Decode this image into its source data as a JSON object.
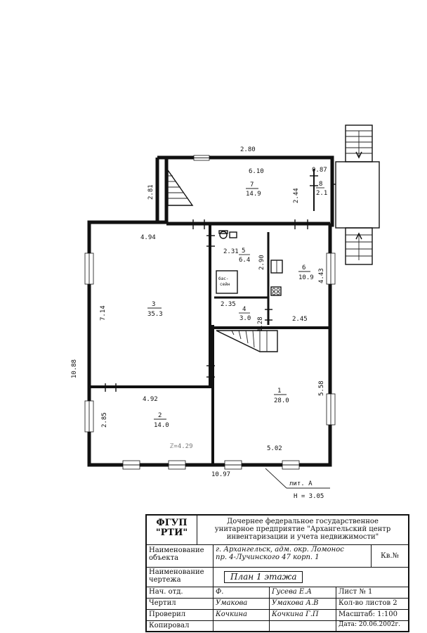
{
  "plan": {
    "dims": {
      "top_width": "2.80",
      "right_total": "0.87",
      "corridor_width": "6.10",
      "left_top": "2.81",
      "room7_height": "2.44",
      "room3_width": "4.94",
      "room5_width": "2.31",
      "room5_height": "2.90",
      "room6_height": "4.43",
      "room3_height": "7.14",
      "total_height": "10.88",
      "room4_width": "2.35",
      "room4_height": "1.28",
      "room6_width": "2.45",
      "room2_width": "4.92",
      "room1_height": "5.58",
      "room2_height": "2.85",
      "room1_width": "5.02",
      "total_width": "10.97"
    },
    "rooms": [
      {
        "num": "7",
        "area": "14.9"
      },
      {
        "num": "8",
        "area": "2.1"
      },
      {
        "num": "3",
        "area": "35.3"
      },
      {
        "num": "5",
        "area": "6.4"
      },
      {
        "num": "6",
        "area": "10.9"
      },
      {
        "num": "4",
        "area": "3.0"
      },
      {
        "num": "2",
        "area": "14.0"
      },
      {
        "num": "1",
        "area": "28.0"
      }
    ],
    "bath_label_1": "бас-",
    "bath_label_2": "сейн",
    "faint_note": "ℤ=4.29",
    "lit_label": "лит. А",
    "height_label": "H = 3.05"
  },
  "stamp": {
    "org_line1": "ФГУП",
    "org_line2": "\"РТИ\"",
    "branch": [
      "Дочернее федеральное государственное",
      "унитарное предприятие \"Архангельский центр",
      "инвентаризации и учета недвижимости\""
    ],
    "object_label": "Наименование объекта",
    "object_value_1": "г. Архангельск, адм. окр. Ломонос",
    "object_value_2": "пр. 4-Лучинского 47 корп. 1",
    "apt_label": "Кв.№",
    "drawing_label": "Наименование чертежа",
    "drawing_value": "План 1 этажа",
    "rows": [
      {
        "role": "Нач. отд.",
        "sign": "Ф.",
        "name": "Гусева Е.А",
        "info_label": "Лист № 1"
      },
      {
        "role": "Чертил",
        "sign": "Умакова",
        "name": "Умакова А.В",
        "info_label": "Кол-во листов 2"
      },
      {
        "role": "Проверил",
        "sign": "Кочкина",
        "name": "Кочкина Г.П",
        "info_label": "Масштаб: 1:100"
      },
      {
        "role": "Копировал",
        "sign": "",
        "name": "",
        "info_label": "Дата: 20.06.2002г."
      }
    ]
  }
}
